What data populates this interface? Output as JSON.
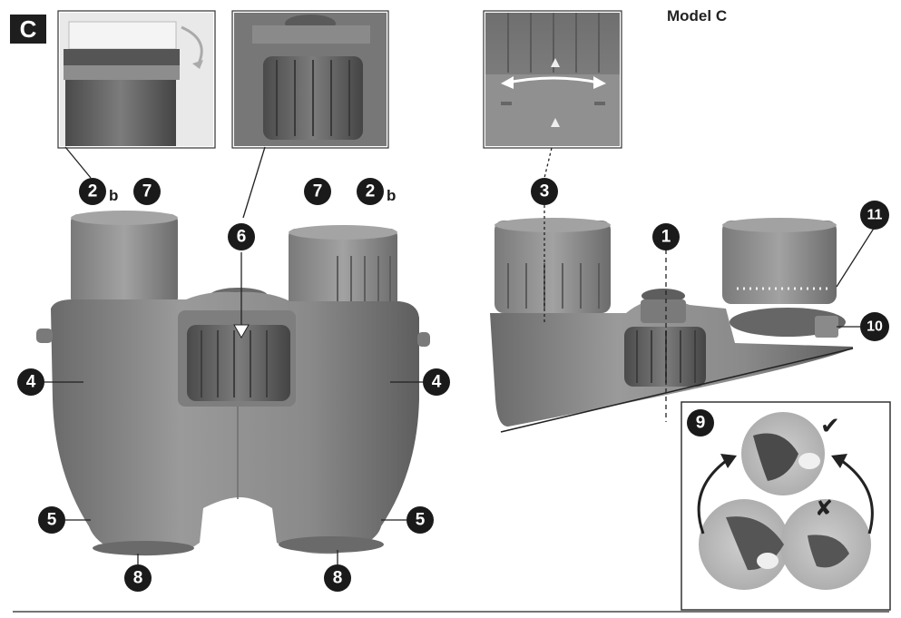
{
  "figure": {
    "section_badge": "C",
    "model_title": "Model C"
  },
  "callouts": {
    "two_left": "2",
    "two_left_suffix": "b",
    "seven_left": "7",
    "seven_right": "7",
    "two_right": "2",
    "two_right_suffix": "b",
    "six": "6",
    "three": "3",
    "one": "1",
    "eleven": "11",
    "ten": "10",
    "four_left": "4",
    "four_right": "4",
    "five_left": "5",
    "five_right": "5",
    "eight_left": "8",
    "eight_right": "8",
    "nine": "9"
  },
  "focus_marks": {
    "good": "✔",
    "bad": "✘"
  }
}
